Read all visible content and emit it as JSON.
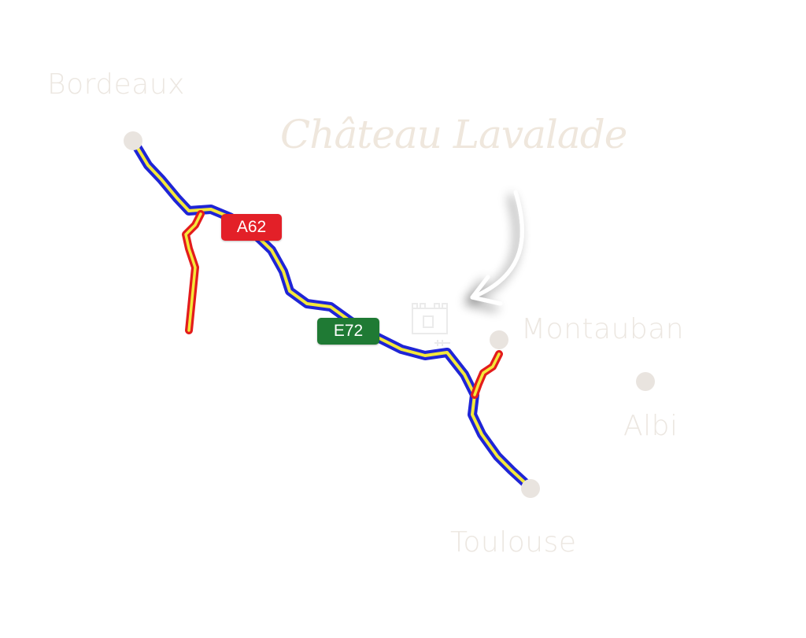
{
  "map": {
    "title": "Château Lavalade",
    "cities": [
      {
        "name": "Bordeaux"
      },
      {
        "name": "Montauban"
      },
      {
        "name": "Albi"
      },
      {
        "name": "Toulouse"
      }
    ],
    "roads": [
      {
        "label": "A62",
        "color": "#e32028"
      },
      {
        "label": "E72",
        "color": "#1f7a34"
      }
    ],
    "route_colors": {
      "motorway_outer": "#1f25d6",
      "motorway_inner": "#f4e83a",
      "branch_outer": "#e31c1c",
      "branch_inner": "#f4e83a"
    },
    "icons": {
      "chateau": "chateau-icon",
      "pointer": "curved-arrow-icon"
    }
  }
}
